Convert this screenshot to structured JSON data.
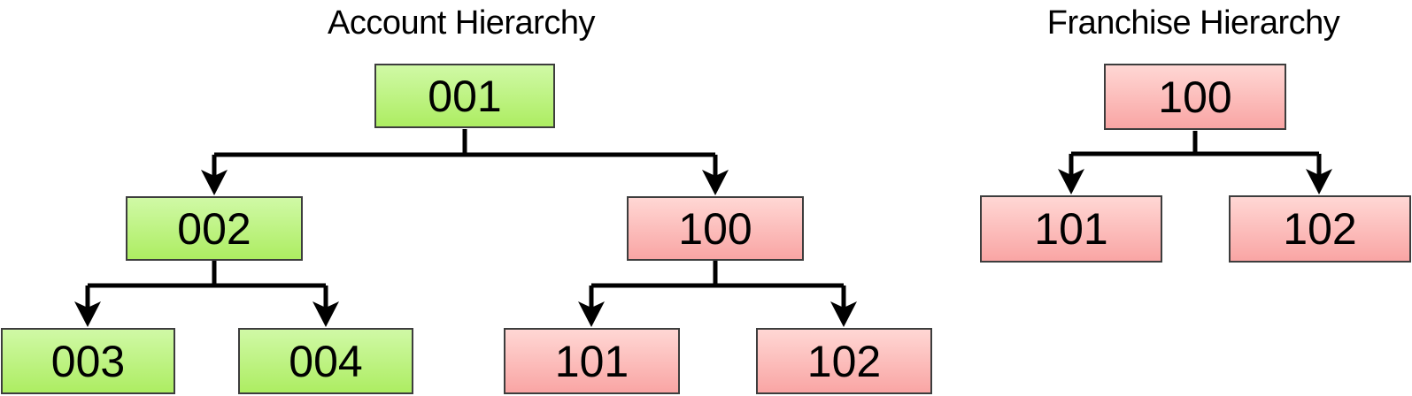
{
  "diagram": {
    "trees": [
      {
        "title": "Account Hierarchy",
        "nodes": [
          {
            "label": "001",
            "type": "account",
            "children": [
              "002",
              "100"
            ]
          },
          {
            "label": "002",
            "type": "account",
            "children": [
              "003",
              "004"
            ]
          },
          {
            "label": "100",
            "type": "franchise",
            "children": [
              "101",
              "102"
            ]
          },
          {
            "label": "003",
            "type": "account",
            "children": []
          },
          {
            "label": "004",
            "type": "account",
            "children": []
          },
          {
            "label": "101",
            "type": "franchise",
            "children": []
          },
          {
            "label": "102",
            "type": "franchise",
            "children": []
          }
        ]
      },
      {
        "title": "Franchise Hierarchy",
        "nodes": [
          {
            "label": "100",
            "type": "franchise",
            "children": [
              "101",
              "102"
            ]
          },
          {
            "label": "101",
            "type": "franchise",
            "children": []
          },
          {
            "label": "102",
            "type": "franchise",
            "children": []
          }
        ]
      }
    ],
    "colors": {
      "account_green_top": "#d0f9a6",
      "account_green_bottom": "#aded62",
      "franchise_pink_top": "#ffd7d4",
      "franchise_pink_bottom": "#f9a5a4",
      "node_border": "#3d3d3d",
      "connector": "#000000",
      "background": "#ffffff",
      "text": "#000000"
    }
  }
}
